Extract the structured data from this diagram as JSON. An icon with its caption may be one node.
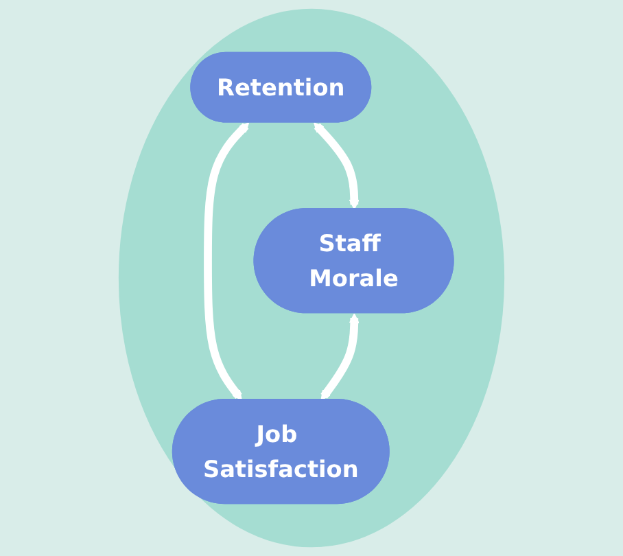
{
  "diagram": {
    "nodes": [
      {
        "text": [],
        "shape": "circle"
      },
      {
        "text": [
          "Retention"
        ],
        "in": 0
      },
      {
        "text": [
          "Staff Morale"
        ],
        "in": 0
      },
      {
        "text": [
          "Job Satisfaction"
        ],
        "in": 0
      }
    ],
    "edges": [
      {
        "from": 1,
        "to": 2,
        "arrow": "both"
      },
      {
        "from": 1,
        "to": 3,
        "arrow": "both"
      },
      {
        "from": 2,
        "to": 3,
        "arrow": "both"
      }
    ]
  }
}
